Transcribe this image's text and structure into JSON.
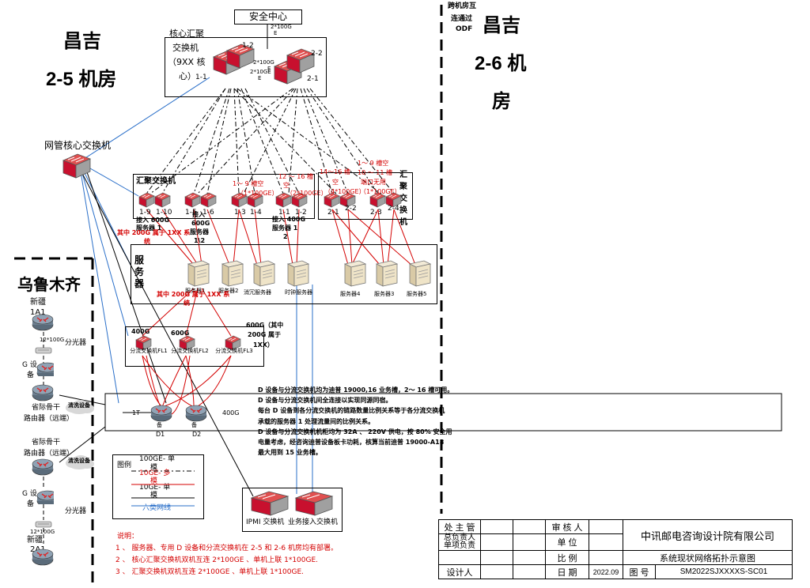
{
  "left_room": {
    "title_line1": "昌吉",
    "title_line2": "2-5 机房"
  },
  "right_room": {
    "title_line1": "昌吉",
    "title_line2": "2-6 机",
    "title_line3": "房"
  },
  "cross_room_note": {
    "line1": "跨机房互",
    "line2": "连通过",
    "line3": "ODF"
  },
  "security_center": {
    "label": "安全中心",
    "link": "2*100G",
    "link_e": "E"
  },
  "core": {
    "group_label": "核心汇聚",
    "desc_line1": "交换机",
    "desc_line2": "（9XX 核",
    "desc_line3": "心）",
    "ids": [
      "1-1",
      "1-2",
      "2-1",
      "2-2"
    ],
    "link1": "2*100G",
    "link1_e": "E",
    "link2": "2*10GE",
    "link2_e": "E"
  },
  "nms_core": {
    "label": "网管核心交换机"
  },
  "agg_left": {
    "label": "汇聚交换机",
    "ids": [
      "1-9",
      "1-10",
      "1-5",
      "1-6",
      "1-3",
      "1-4",
      "1-1",
      "1-2"
    ],
    "slot_note1_a": "1～ 9 槽空",
    "slot_note1_b": "（1*100GE）",
    "slot_note2_a": "12 ～ 16 槽",
    "slot_note2_b": "空",
    "slot_note2_c": "（2*100GE）",
    "access_a_l1": "接入 600G",
    "access_a_l2": "服务器 1",
    "access_b_l1": "接入",
    "access_b_l2": "600G",
    "access_b_l3": "服务器",
    "access_b_l4": "1\\2",
    "access_c_l1": "接入 400G",
    "access_c_l2": "服务器 1",
    "access_c_l3": "2",
    "note_200g_a": "其中 200G 属于 1XX 系",
    "note_200g_b": "统"
  },
  "agg_right": {
    "label_chars": [
      "汇",
      "聚",
      "交",
      "换",
      "机"
    ],
    "ids": [
      "2-1",
      "2-2",
      "2-3",
      "2-4"
    ],
    "slot_note1_a": "14～16 槽",
    "slot_note1_b": "空",
    "slot_note1_c": "（4*100GE）",
    "slot_note2_a": "1～ 9 槽空",
    "slot_note2_b": "10 ～ 11 槽",
    "slot_note2_c": "端口无用",
    "slot_note2_d": "（1*100GE）"
  },
  "servers": {
    "label_chars": [
      "服",
      "务",
      "器"
    ],
    "items": [
      "服务器1",
      "服务器2",
      "消冗服务器",
      "时钟服务器",
      "服务器4",
      "服务器3",
      "服务器5"
    ],
    "note_200g_a": "其中 200G 属于 1XX 系",
    "note_200g_b": "统"
  },
  "flow_switches": {
    "items": [
      "分流交换机FL1",
      "分流交换机FL2",
      "分流交换机FL3"
    ],
    "cap1": "400G",
    "cap2": "600G",
    "cap3_a": "600G（其中",
    "cap3_b": "200G 属于",
    "cap3_c": "1XX）"
  },
  "d_devices": {
    "items": [
      "D1",
      "D2"
    ],
    "pre": "备",
    "left_cap": "1T",
    "right_cap": "400G",
    "notes": [
      "D 设备与分流交换机均为迪普 19000,16 业务槽，2～ 16 槽可用。",
      "D 设备与分流交换机间全连接以实现同源同宿。",
      "每台 D 设备到各分流交换机的链路数量比例关系等于各分流交换机",
      "承载的服务器 1 处理流量间的比例关系。",
      "D 设备与分流交换机机柜均为 32A 、 220V 供电，按 80% 安全用",
      "电量考虑，经咨询迪普设备板卡功耗，核算当前迪普 19000-A18",
      "最大用到 15 业务槽。"
    ]
  },
  "urumqi": {
    "title": "乌鲁木齐",
    "xinjiang1": "新疆",
    "xinjiang1_id": "1A1",
    "link_a": "12*100G",
    "splitter": "分光器",
    "g_device": "G 设",
    "g_device2": "备",
    "prov_router_l1": "省际骨干",
    "prov_router_l2": "路由器（远端）",
    "cleaner": "清洗设备",
    "xinjiang2": "新疆",
    "xinjiang2_id": "2A1",
    "link_b": "12*100G"
  },
  "ipmi": {
    "sw1": "IPMI 交换机",
    "sw2": "业务接入交换机"
  },
  "legend": {
    "title": "图例",
    "items": [
      {
        "label": "100GE- 单",
        "sub": "模",
        "color": "#000000"
      },
      {
        "label": "10GE- 多",
        "sub": "模",
        "color": "#d40000"
      },
      {
        "label": "10GE- 单",
        "sub": "模",
        "color": "#000000"
      },
      {
        "label": "六类网线",
        "sub": "",
        "color": "#2a6fc9"
      }
    ]
  },
  "notes": {
    "title": "说明：",
    "items": [
      "1 、 服务器、专用 D 设备和分流交换机在 2-5 和 2-6 机房均有部署。",
      "2 、 核心汇聚交换机双机互连 2*100GE 、单机上联 1*100GE.",
      "3 、 汇聚交换机双机互连 2*100GE 、单机上联 1*100GE."
    ]
  },
  "title_block": {
    "r1": [
      "处 主 管",
      "",
      "",
      "审 核 人",
      ""
    ],
    "r2_a": "总负责人",
    "r2_b": "单项负责",
    "r2_unit": "单  位",
    "r3": "比  例",
    "r4_a": "设计人",
    "r4_date_label": "日  期",
    "r4_date": "2022.09",
    "r4_no_label": "图  号",
    "r4_no": "SM2022SJXXXXS-SC01",
    "company": "中讯邮电咨询设计院有限公司",
    "drawing_title": "系统现状网络拓扑示意图"
  },
  "colors": {
    "red": "#d40000",
    "blue": "#2a6fc9",
    "switch_red": "#c8102e",
    "server": "#e8dcc0"
  }
}
